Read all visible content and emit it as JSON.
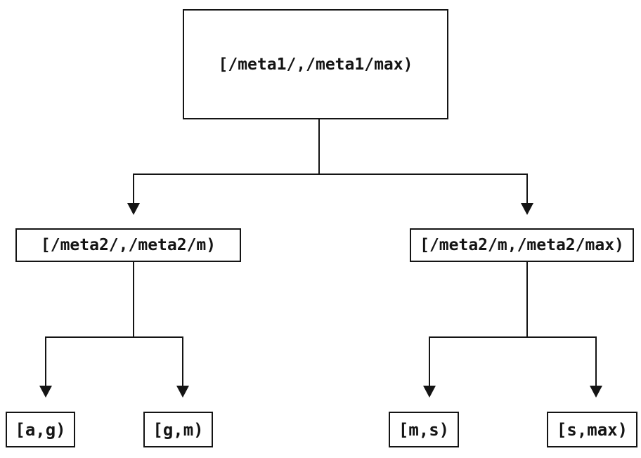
{
  "diagram": {
    "type": "tree",
    "colors": {
      "background": "#ffffff",
      "line": "#141414",
      "text": "#141414",
      "node_fill": "#ffffff"
    },
    "nodes": {
      "root": {
        "label": "[/meta1/,/meta1/max)"
      },
      "left": {
        "label": "[/meta2/,/meta2/m)"
      },
      "right": {
        "label": "[/meta2/m,/meta2/max)"
      },
      "ag": {
        "label": "[a,g)"
      },
      "gm": {
        "label": "[g,m)"
      },
      "ms": {
        "label": "[m,s)"
      },
      "smax": {
        "label": "[s,max)"
      }
    },
    "edges": [
      {
        "from": "root",
        "to": "left"
      },
      {
        "from": "root",
        "to": "right"
      },
      {
        "from": "left",
        "to": "ag"
      },
      {
        "from": "left",
        "to": "gm"
      },
      {
        "from": "right",
        "to": "ms"
      },
      {
        "from": "right",
        "to": "smax"
      }
    ]
  }
}
